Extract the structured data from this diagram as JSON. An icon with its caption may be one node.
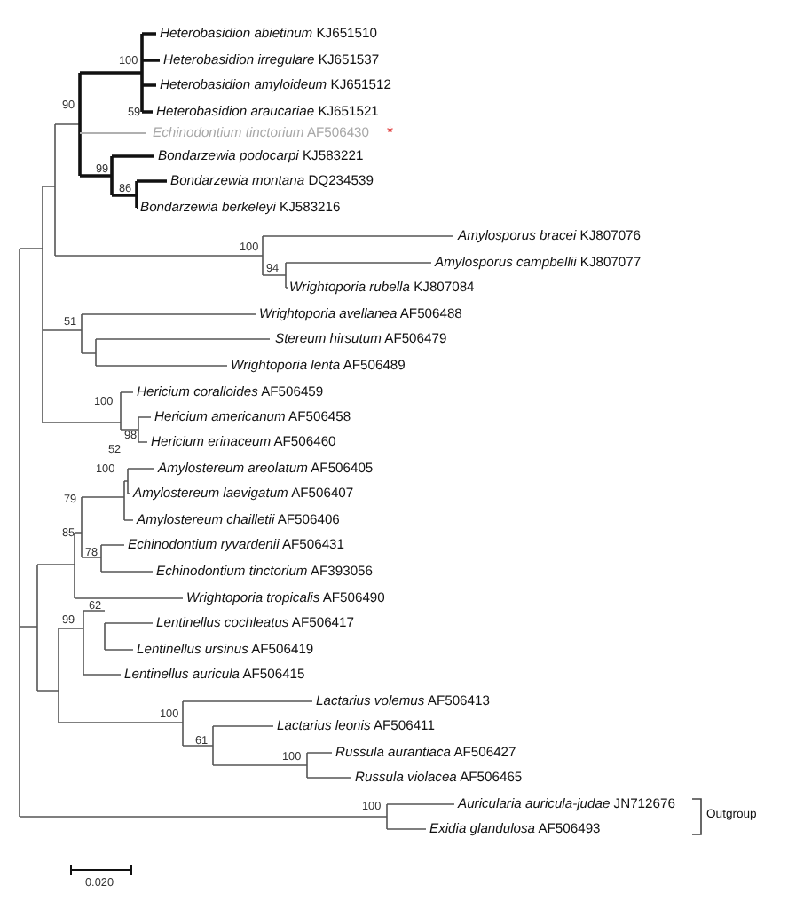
{
  "diagram": {
    "labels": [
      "*Heterobasidion abietinum* KJ651510",
      "*Heterobasidion irregulare* KJ651537",
      "100",
      "*Heterobasidion amyloideum* KJ651512",
      "90",
      "*Heterobasidion araucariae* KJ651521",
      "59",
      "*Echinodontium tinctorium* AF506430",
      "*",
      "*Bondarzewia podocarpi* KJ583221",
      "99",
      "*Bondarzewia montana* DQ234539",
      "86",
      "*Bondarzewia berkeleyi* KJ583216",
      "*Amylosporus bracei* KJ807076",
      "100",
      "*Amylosporus campbellii* KJ807077",
      "94",
      "*Wrightoporia rubella* KJ807084",
      "*Wrightoporia avellanea* AF506488",
      "51",
      "*Stereum hirsutum* AF506479",
      "*Wrightoporia lenta* AF506489",
      "*Hericium coralloides* AF506459",
      "100",
      "*Hericium americanum* AF506458",
      "98",
      "*Hericium erinaceum* AF506460",
      "52",
      "*Amylostereum areolatum* AF506405",
      "100",
      "*Amylostereum laevigatum* AF506407",
      "79",
      "*Amylostereum chailletii* AF506406",
      "85",
      "*Echinodontium ryvardenii* AF506431",
      "78",
      "*Echinodontium tinctorium* AF393056",
      "*Wrightoporia tropicalis* AF506490",
      "62",
      "*Lentinellus cochleatus* AF506417",
      "99",
      "*Lentinellus ursinus* AF506419",
      "*Lentinellus auricula* AF506415",
      "*Lactarius volemus* AF506413",
      "100",
      "*Lactarius leonis* AF506411",
      "61",
      "*Russula aurantiaca* AF506427",
      "100",
      "*Russula violacea* AF506465",
      "*Auricularia auricula-judae* JN712676",
      "100",
      "Outgroup",
      "*Exidia glandulosa* AF506493",
      "0.020"
    ]
  }
}
